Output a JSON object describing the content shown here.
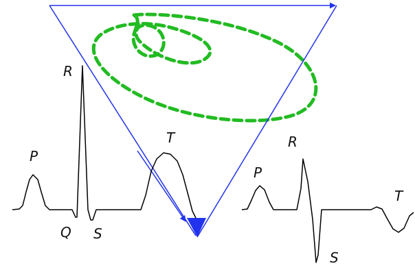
{
  "colors": {
    "triangle": "#2233ee",
    "loop": "#22bb22",
    "waveform": "#000000",
    "background": "#ffffff"
  },
  "labels": {
    "left": {
      "p": "P",
      "q": "Q",
      "r": "R",
      "s": "S",
      "t": "T"
    },
    "right": {
      "p": "P",
      "r": "R",
      "s": "S",
      "t": "T"
    }
  }
}
